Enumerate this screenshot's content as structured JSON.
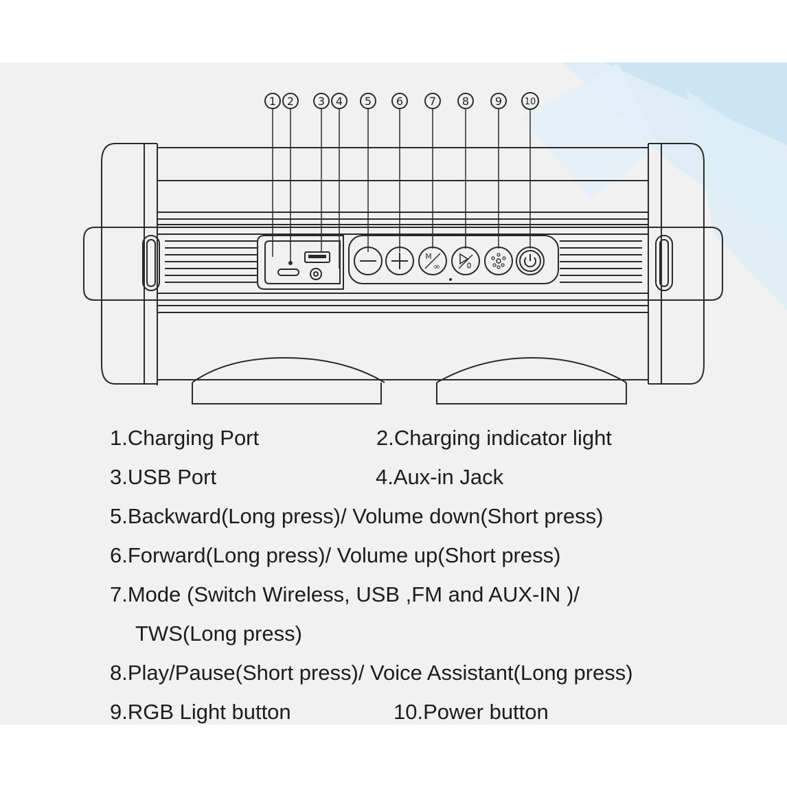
{
  "callouts": [
    "1",
    "2",
    "3",
    "4",
    "5",
    "6",
    "7",
    "8",
    "9",
    "10"
  ],
  "button_icons": [
    "minus-icon",
    "plus-icon",
    "mode-icon",
    "play-pause-icon",
    "rgb-light-icon",
    "power-icon"
  ],
  "mode_button_text": {
    "top": "M",
    "bottom": "∞"
  },
  "legend": {
    "item1": "1.Charging Port",
    "item2": "2.Charging indicator light",
    "item3": "3.USB Port",
    "item4": "4.Aux-in Jack",
    "item5": "5.Backward(Long press)/ Volume down(Short press)",
    "item6": "6.Forward(Long press)/ Volume up(Short press)",
    "item7_line1": "7.Mode (Switch Wireless, USB ,FM and AUX-IN )/",
    "item7_line2": "TWS(Long press)",
    "item8": "8.Play/Pause(Short press)/ Voice Assistant(Long press)",
    "item9": "9.RGB Light button",
    "item10": "10.Power button"
  },
  "colors": {
    "background": "#f1f1f1",
    "line": "#2a2a2a",
    "accent": "#cfe6f5"
  }
}
